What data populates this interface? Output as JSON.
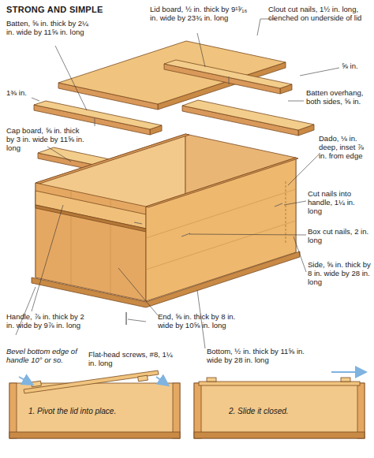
{
  "diagram": {
    "title": "STRONG AND SIMPLE",
    "labels": [
      "Batten, ⅝ in. thick by 2¼ in. wide by 11⅝ in. long",
      "Lid board, ½ in. thick by 9¹³⁄₁₆ in. wide by 23¾ in. long",
      "Clout cut nails, 1½ in. long, clenched on underside of lid",
      "Cap board, ⅝ in. thick by 3 in. wide by 11⅝ in. long",
      "1⅜ in.",
      "⅝ in.",
      "Batten overhang, both sides, ⅝ in.",
      "Dado, ⅛ in. deep, inset ⅞ in. from edge",
      "Cut nails into handle, 1¼ in. long",
      "Handle, ⅞ in. thick by 2 in. wide by 9⅞ in. long",
      "Box cut nails, 2 in. long",
      "Bevel bottom edge of handle 10° or so.",
      "End, ⅝ in. thick by 8 in. wide by 10⅝ in. long",
      "Side, ⅝ in. thick by 8 in. wide by 28 in. long",
      "Flat-head screws, #8, 1¼ in. long",
      "Bottom, ½ in. thick by 11⅝ in. wide by 28 in. long",
      "1. Pivot the lid into place.",
      "2. Slide it closed."
    ]
  }
}
